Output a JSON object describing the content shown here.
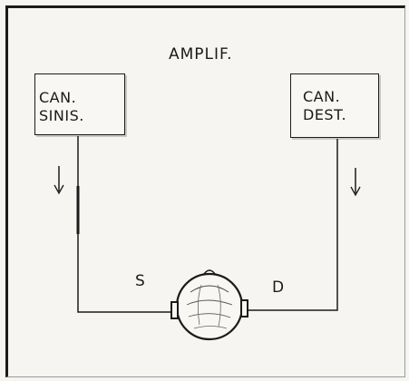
{
  "diagram": {
    "title": "AMPLIF.",
    "left_channel": {
      "line1": "CAN.",
      "line2": "SINIS."
    },
    "right_channel": {
      "line1": "CAN.",
      "line2": "DEST."
    },
    "left_side_label": "S",
    "right_side_label": "D",
    "arrow_glyph": "↓",
    "colors": {
      "line": "#1b1b1b",
      "background": "#f6f5f1"
    }
  }
}
